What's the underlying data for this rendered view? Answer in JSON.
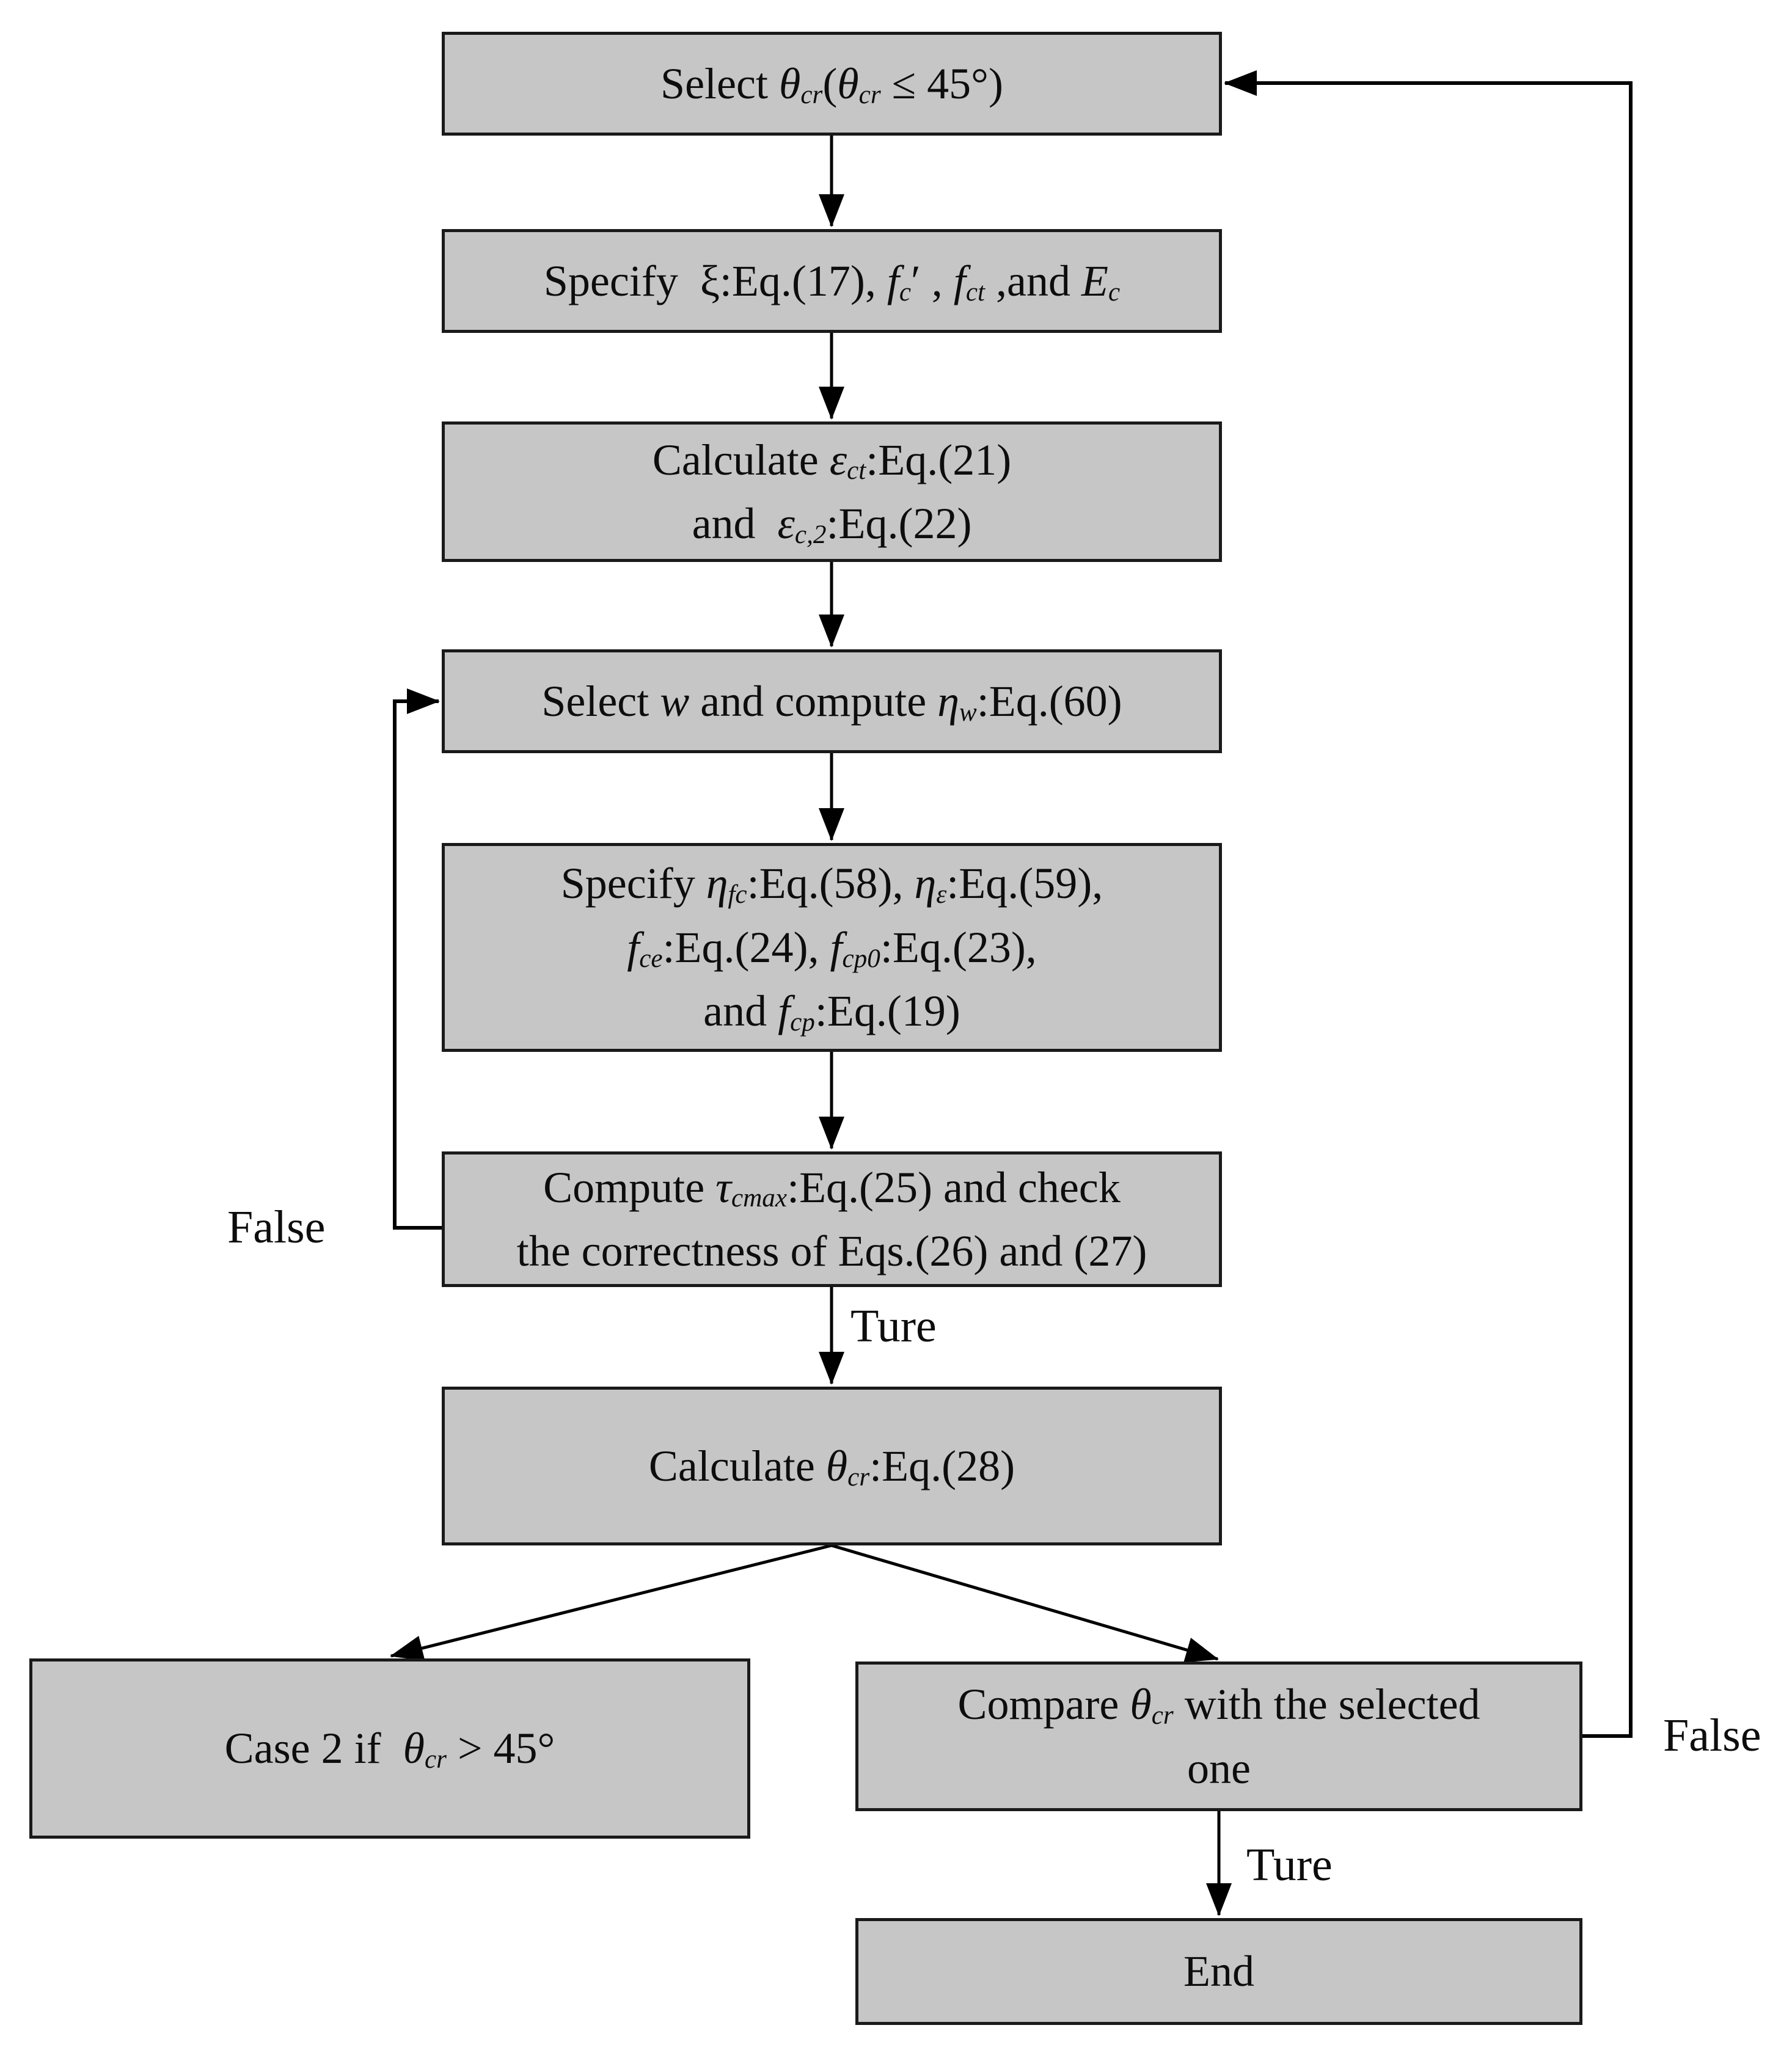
{
  "diagram": {
    "type": "flowchart",
    "colors": {
      "box_fill": "#c6c6c6",
      "box_border": "#1a1a1a",
      "line_color": "#000000",
      "text_color": "#0d0d0d",
      "background": "#ffffff"
    },
    "nodes": [
      {
        "id": "select-theta-cr",
        "lines": [
          [
            {
              "t": "Select "
            },
            {
              "t": "θ",
              "s": "i"
            },
            {
              "t": "cr",
              "s": "sub"
            },
            {
              "t": "("
            },
            {
              "t": "θ",
              "s": "i"
            },
            {
              "t": "cr",
              "s": "sub"
            },
            {
              "t": " ≤ 45°)"
            }
          ]
        ]
      },
      {
        "id": "specify-xi",
        "lines": [
          [
            {
              "t": "Specify  ξ:Eq.(17), "
            },
            {
              "t": "f",
              "s": "i"
            },
            {
              "t": "c",
              "s": "sub"
            },
            {
              "t": "′ , "
            },
            {
              "t": "f",
              "s": "i"
            },
            {
              "t": "ct",
              "s": "sub"
            },
            {
              "t": " ,and "
            },
            {
              "t": "E",
              "s": "i"
            },
            {
              "t": "c",
              "s": "sub"
            }
          ]
        ]
      },
      {
        "id": "calculate-strains",
        "lines": [
          [
            {
              "t": "Calculate "
            },
            {
              "t": "ε",
              "s": "i"
            },
            {
              "t": "ct",
              "s": "sub"
            },
            {
              "t": ":Eq.(21)"
            }
          ],
          [
            {
              "t": "and  "
            },
            {
              "t": "ε",
              "s": "i"
            },
            {
              "t": "c,2",
              "s": "sub"
            },
            {
              "t": ":Eq.(22)"
            }
          ]
        ]
      },
      {
        "id": "select-w",
        "lines": [
          [
            {
              "t": "Select "
            },
            {
              "t": "w",
              "s": "i"
            },
            {
              "t": " and compute "
            },
            {
              "t": "η",
              "s": "i"
            },
            {
              "t": "w",
              "s": "sub"
            },
            {
              "t": ":Eq.(60)"
            }
          ]
        ]
      },
      {
        "id": "specify-eta-factors",
        "lines": [
          [
            {
              "t": "Specify "
            },
            {
              "t": "η",
              "s": "i"
            },
            {
              "t": "fc",
              "s": "sub"
            },
            {
              "t": ":Eq.(58), "
            },
            {
              "t": "η",
              "s": "i"
            },
            {
              "t": "ε",
              "s": "sub"
            },
            {
              "t": ":Eq.(59),"
            }
          ],
          [
            {
              "t": "f",
              "s": "i"
            },
            {
              "t": "ce",
              "s": "sub"
            },
            {
              "t": ":Eq.(24), "
            },
            {
              "t": "f",
              "s": "i"
            },
            {
              "t": "cp0",
              "s": "sub"
            },
            {
              "t": ":Eq.(23),"
            }
          ],
          [
            {
              "t": "and "
            },
            {
              "t": "f",
              "s": "i"
            },
            {
              "t": "cp",
              "s": "sub"
            },
            {
              "t": ":Eq.(19)"
            }
          ]
        ]
      },
      {
        "id": "compute-tau-cmax-check",
        "lines": [
          [
            {
              "t": "Compute "
            },
            {
              "t": "τ",
              "s": "i"
            },
            {
              "t": "cmax",
              "s": "sub"
            },
            {
              "t": ":Eq.(25) and check"
            }
          ],
          [
            {
              "t": "the correctness of Eqs.(26) and (27)"
            }
          ]
        ]
      },
      {
        "id": "calculate-theta-cr",
        "lines": [
          [
            {
              "t": "Calculate "
            },
            {
              "t": "θ",
              "s": "i"
            },
            {
              "t": "cr",
              "s": "sub"
            },
            {
              "t": ":Eq.(28)"
            }
          ]
        ]
      },
      {
        "id": "case-2",
        "lines": [
          [
            {
              "t": "Case 2 if  "
            },
            {
              "t": "θ",
              "s": "i"
            },
            {
              "t": "cr",
              "s": "sub"
            },
            {
              "t": " > 45°"
            }
          ]
        ]
      },
      {
        "id": "compare-theta-cr",
        "lines": [
          [
            {
              "t": "Compare "
            },
            {
              "t": "θ",
              "s": "i"
            },
            {
              "t": "cr",
              "s": "sub"
            },
            {
              "t": " with the selected"
            }
          ],
          [
            {
              "t": "one"
            }
          ]
        ]
      },
      {
        "id": "end",
        "lines": [
          [
            {
              "t": "End"
            }
          ]
        ]
      }
    ],
    "edge_labels": {
      "loop_w_false": "False",
      "tau_check_true": "Ture",
      "compare_false": "False",
      "compare_true": "Ture"
    }
  }
}
